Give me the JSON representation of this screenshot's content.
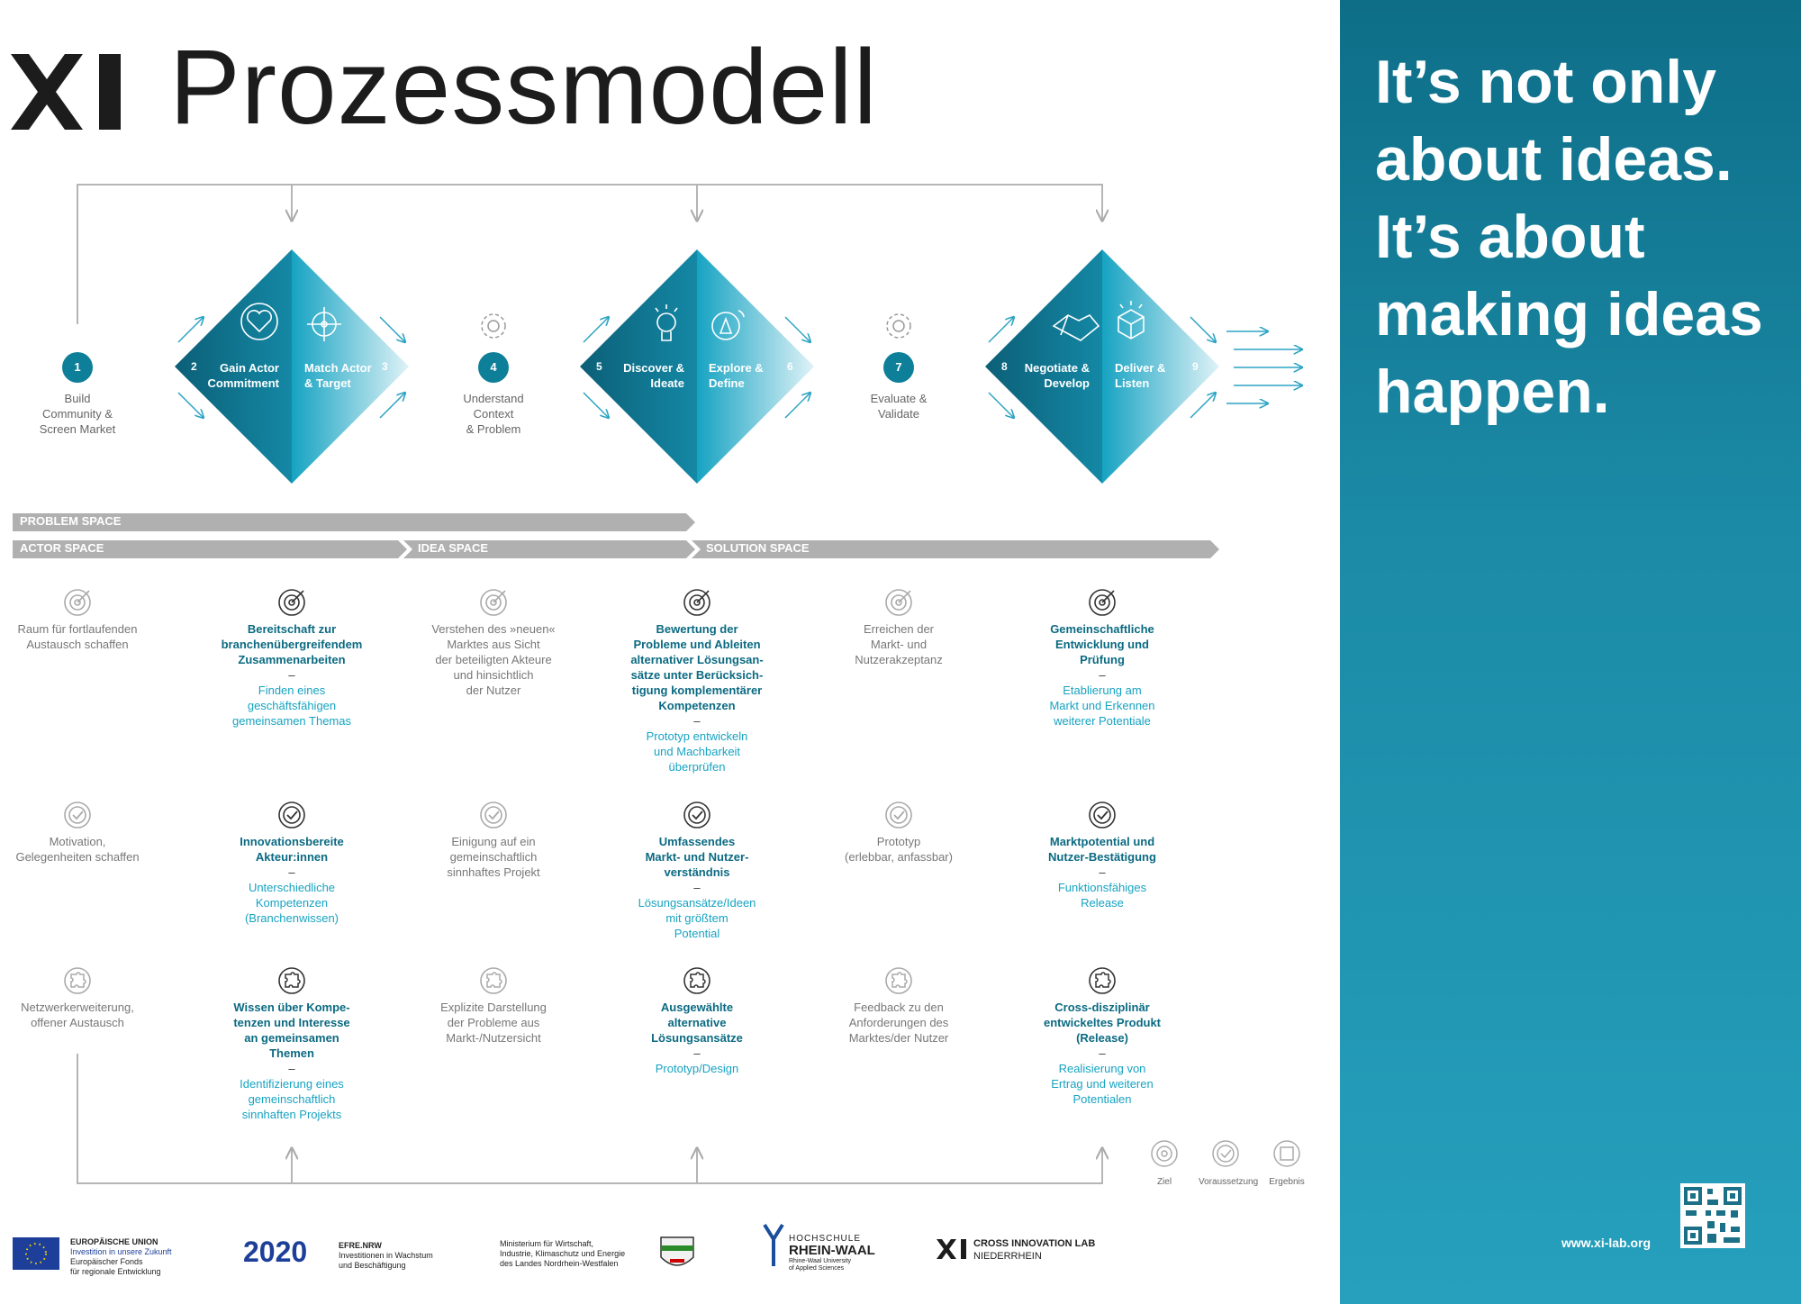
{
  "title": "Prozessmodell",
  "claim": [
    "It’s not only",
    "about ideas.",
    "It’s about",
    "making ideas",
    "happen."
  ],
  "site_url": "www.xi-lab.org",
  "colors": {
    "accent": "#0e7f99",
    "accent_light": "#16a3c2",
    "panel": "#1b8aa6",
    "band": "#b0b0b0"
  },
  "stages": [
    {
      "num": "1",
      "label": [
        "Build",
        "Community &",
        "Screen Market"
      ]
    },
    {
      "num": "4",
      "label": [
        "Understand",
        "Context",
        "& Problem"
      ]
    },
    {
      "num": "7",
      "label": [
        "Evaluate &",
        "Validate"
      ]
    }
  ],
  "diamonds": [
    {
      "left_num": "2",
      "left": [
        "Gain Actor",
        "Commitment"
      ],
      "right": [
        "Match Actor",
        "& Target"
      ],
      "right_num": "3",
      "left_icon": "heart-icon",
      "right_icon": "target-crosshair-icon"
    },
    {
      "left_num": "5",
      "left": [
        "Discover &",
        "Ideate"
      ],
      "right": [
        "Explore &",
        "Define"
      ],
      "right_num": "6",
      "left_icon": "lightbulb-icon",
      "right_icon": "compass-icon"
    },
    {
      "left_num": "8",
      "left": [
        "Negotiate &",
        "Develop"
      ],
      "right": [
        "Deliver &",
        "Listen"
      ],
      "right_num": "9",
      "left_icon": "handshake-icon",
      "right_icon": "box-icon"
    }
  ],
  "bands": {
    "problem": "PROBLEM SPACE",
    "actor": "ACTOR SPACE",
    "idea": "IDEA SPACE",
    "solution": "SOLUTION SPACE"
  },
  "rows": [
    {
      "icon": "target-icon",
      "cells": [
        {
          "style": "grey",
          "t1": [
            "Raum für fortlaufenden",
            "Austausch schaffen"
          ],
          "t2": []
        },
        {
          "style": "blue",
          "t1": [
            "Bereitschaft  zur",
            "branchenübergreifendem",
            "Zusammenarbeiten"
          ],
          "t2": [
            "Finden eines",
            "geschäftsfähigen",
            "gemeinsamen Themas"
          ]
        },
        {
          "style": "grey",
          "t1": [
            "Verstehen des »neuen«",
            "Marktes aus Sicht",
            "der beteiligten Akteure",
            "und hinsichtlich",
            "der Nutzer"
          ],
          "t2": []
        },
        {
          "style": "blue",
          "t1": [
            "Bewertung der",
            "Probleme und Ableiten",
            "alternativer Lösungsan-",
            "sätze unter Berücksich-",
            "tigung komplementärer",
            "Kompetenzen"
          ],
          "t2": [
            "Prototyp entwickeln",
            "und Machbarkeit",
            "überprüfen"
          ]
        },
        {
          "style": "grey",
          "t1": [
            "Erreichen der",
            "Markt- und",
            "Nutzerakzeptanz"
          ],
          "t2": []
        },
        {
          "style": "blue",
          "t1": [
            "Gemeinschaftliche",
            "Entwicklung und",
            "Prüfung"
          ],
          "t2": [
            "Etablierung am",
            "Markt und Erkennen",
            "weiterer Potentiale"
          ]
        }
      ]
    },
    {
      "icon": "check-circle-icon",
      "cells": [
        {
          "style": "grey",
          "t1": [
            "Motivation,",
            "Gelegenheiten schaffen"
          ],
          "t2": []
        },
        {
          "style": "blue",
          "t1": [
            "Innovationsbereite",
            "Akteur:innen"
          ],
          "t2": [
            "Unterschiedliche",
            "Kompetenzen",
            "(Branchenwissen)"
          ]
        },
        {
          "style": "grey",
          "t1": [
            "Einigung auf ein",
            "gemeinschaftlich",
            "sinnhaftes Projekt"
          ],
          "t2": []
        },
        {
          "style": "blue",
          "t1": [
            "Umfassendes",
            "Markt- und Nutzer-",
            "verständnis"
          ],
          "t2": [
            "Lösungsansätze/Ideen",
            "mit größtem",
            "Potential"
          ]
        },
        {
          "style": "grey",
          "t1": [
            "Prototyp",
            "(erlebbar, anfassbar)"
          ],
          "t2": []
        },
        {
          "style": "blue",
          "t1": [
            "Marktpotential und",
            "Nutzer-Bestätigung"
          ],
          "t2": [
            "Funktionsfähiges",
            "Release"
          ]
        }
      ]
    },
    {
      "icon": "puzzle-icon",
      "cells": [
        {
          "style": "grey",
          "t1": [
            "Netzwerkerweiterung,",
            "offener Austausch"
          ],
          "t2": []
        },
        {
          "style": "blue",
          "t1": [
            "Wissen über Kompe-",
            "tenzen und Interesse",
            "an gemeinsamen",
            "Themen"
          ],
          "t2": [
            "Identifizierung eines",
            "gemeinschaftlich",
            "sinnhaften Projekts"
          ]
        },
        {
          "style": "grey",
          "t1": [
            "Explizite Darstellung",
            "der Probleme aus",
            "Markt-/Nutzersicht"
          ],
          "t2": []
        },
        {
          "style": "blue",
          "t1": [
            "Ausgewählte",
            "alternative",
            "Lösungsansätze"
          ],
          "t2": [
            "Prototyp/Design"
          ]
        },
        {
          "style": "grey",
          "t1": [
            "Feedback zu den",
            "Anforderungen des",
            "Marktes/der Nutzer"
          ],
          "t2": []
        },
        {
          "style": "blue",
          "t1": [
            "Cross-disziplinär",
            "entwickeltes Produkt",
            "(Release)"
          ],
          "t2": [
            "Realisierung von",
            "Ertrag und weiteren",
            "Potentialen"
          ]
        }
      ]
    }
  ],
  "legend": [
    "Ziel",
    "Voraussetzung",
    "Ergebnis"
  ],
  "footer": {
    "eu": [
      "EUROPÄISCHE UNION",
      "Investition in unsere Zukunft",
      "Europäischer Fonds",
      "für regionale Entwicklung"
    ],
    "efre": [
      "EFRE.NRW",
      "Investitionen in Wachstum",
      "und Beschäftigung"
    ],
    "efre_year": "2020",
    "ministry": [
      "Ministerium für Wirtschaft,",
      "Industrie, Klimaschutz und Energie",
      "des Landes Nordrhein-Westfalen"
    ],
    "hsrw": [
      "HOCHSCHULE",
      "RHEIN-WAAL",
      "Rhine-Waal University",
      "of Applied Sciences"
    ],
    "xi": [
      "CROSS INNOVATION LAB",
      "NIEDERRHEIN"
    ]
  }
}
